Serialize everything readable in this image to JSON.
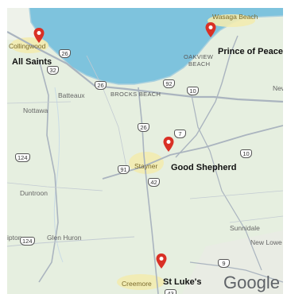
{
  "map": {
    "churches": [
      {
        "name": "All Saints"
      },
      {
        "name": "Prince of Peace"
      },
      {
        "name": "Good Shepherd"
      },
      {
        "name": "St Luke's"
      }
    ],
    "places": {
      "collingwood": "Collingwood",
      "wasaga": "Wasaga Beach",
      "oakview": "OAKVIEW",
      "beach": "BEACH",
      "brocks": "BROCKS BEACH",
      "batteaux": "Batteaux",
      "nottawa": "Nottawa",
      "stayner": "Stayner",
      "duntroon": "Duntroon",
      "glenhuron": "Glen Huron",
      "clipton": "ipton",
      "sunnidale": "Sunnidale",
      "newlowell": "New Lowe",
      "newt": "New",
      "creemore": "Creemore"
    },
    "shields": {
      "s26a": "26",
      "s32": "32",
      "s26b": "26",
      "s92": "92",
      "s10a": "10",
      "s26c": "26",
      "s7": "7",
      "s10b": "10",
      "s124a": "124",
      "s91": "91",
      "s42": "42",
      "s124b": "124",
      "s9": "9",
      "s43": "43"
    },
    "logo": "Google",
    "colors": {
      "water": "#7ec3dd",
      "land": "#e6efe0",
      "pin": "#d93025",
      "road": "#aab4bf"
    }
  }
}
